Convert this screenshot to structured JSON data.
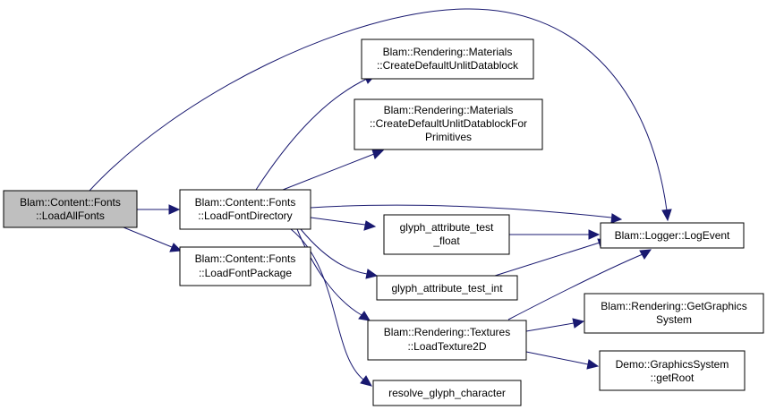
{
  "graph": {
    "nodes": {
      "load_all_fonts": [
        "Blam::Content::Fonts",
        "::LoadAllFonts"
      ],
      "load_font_directory": [
        "Blam::Content::Fonts",
        "::LoadFontDirectory"
      ],
      "load_font_package": [
        "Blam::Content::Fonts",
        "::LoadFontPackage"
      ],
      "create_default_unlit_datablock": [
        "Blam::Rendering::Materials",
        "::CreateDefaultUnlitDatablock"
      ],
      "create_default_unlit_datablock_for_primitives": [
        "Blam::Rendering::Materials",
        "::CreateDefaultUnlitDatablockFor",
        "Primitives"
      ],
      "glyph_attribute_test_float": [
        "glyph_attribute_test",
        "_float"
      ],
      "glyph_attribute_test_int": [
        "glyph_attribute_test_int"
      ],
      "load_texture_2d": [
        "Blam::Rendering::Textures",
        "::LoadTexture2D"
      ],
      "resolve_glyph_character": [
        "resolve_glyph_character"
      ],
      "logger_log_event": [
        "Blam::Logger::LogEvent"
      ],
      "get_graphics_system": [
        "Blam::Rendering::GetGraphics",
        "System"
      ],
      "graphics_system_get_root": [
        "Demo::GraphicsSystem",
        "::getRoot"
      ]
    },
    "colors": {
      "root_fill": "#bfbfbf",
      "node_fill": "#ffffff",
      "node_border": "#000000",
      "edge": "#191970"
    }
  }
}
